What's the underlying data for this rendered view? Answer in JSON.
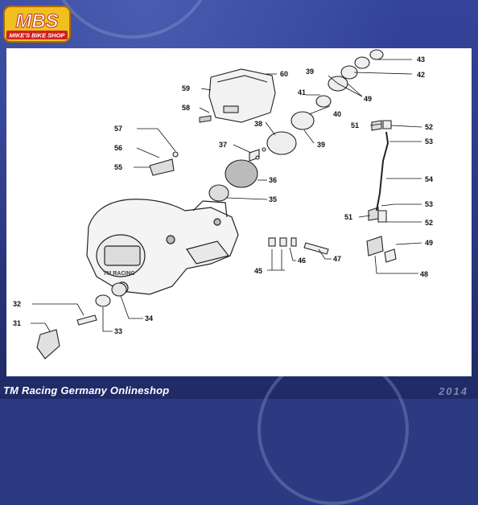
{
  "logo": {
    "text": "MBS",
    "subtitle": "MIKE'S BIKE SHOP"
  },
  "footer": {
    "title": "TM Racing Germany  Onlineshop",
    "year": "2014"
  },
  "diagram": {
    "casing_brand": "TM RACING",
    "callouts": [
      "31",
      "32",
      "33",
      "34",
      "35",
      "36",
      "37",
      "38",
      "39",
      "39",
      "40",
      "41",
      "42",
      "43",
      "45",
      "46",
      "47",
      "48",
      "49",
      "49",
      "51",
      "51",
      "52",
      "52",
      "53",
      "53",
      "54",
      "55",
      "56",
      "57",
      "58",
      "59",
      "60"
    ]
  },
  "colors": {
    "background": "#2c3a82",
    "panel": "#ffffff",
    "ink": "#111111"
  }
}
